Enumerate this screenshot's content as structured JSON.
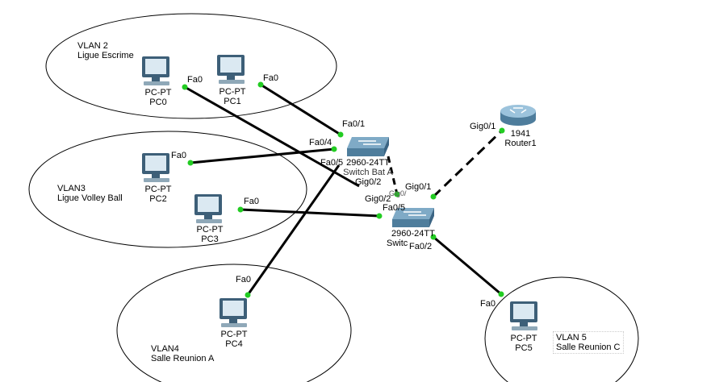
{
  "vlans": [
    {
      "id": "vlan2",
      "name": "VLAN 2",
      "desc": "Ligue Escrime"
    },
    {
      "id": "vlan3",
      "name": "VLAN3",
      "desc": "Ligue Volley Ball"
    },
    {
      "id": "vlan4",
      "name": "VLAN4",
      "desc": "Salle Reunion A"
    },
    {
      "id": "vlan5",
      "name": "VLAN 5",
      "desc": "Salle Reunion C"
    }
  ],
  "devices": {
    "pc0": {
      "type": "PC-PT",
      "name": "PC0"
    },
    "pc1": {
      "type": "PC-PT",
      "name": "PC1"
    },
    "pc2": {
      "type": "PC-PT",
      "name": "PC2"
    },
    "pc3": {
      "type": "PC-PT",
      "name": "PC3"
    },
    "pc4": {
      "type": "PC-PT",
      "name": "PC4"
    },
    "pc5": {
      "type": "PC-PT",
      "name": "PC5"
    },
    "switch_a": {
      "type": "2960-24TT",
      "name": "Switch Bat A"
    },
    "switch_b": {
      "type": "2960-24TT",
      "name": "Switc"
    },
    "router1": {
      "type": "1941",
      "name": "Router1"
    }
  },
  "ports": {
    "pc0_fa0": "Fa0",
    "pc1_fa0": "Fa0",
    "pc2_fa0": "Fa0",
    "pc3_fa0": "Fa0",
    "pc4_fa0": "Fa0",
    "pc5_fa0": "Fa0",
    "swa_fa01": "Fa0/1",
    "swa_fa04": "Fa0/4",
    "swa_fa05": "Fa0/5",
    "swa_gig02": "Gig0/2",
    "swa_gig01_partial": "Gig0/1",
    "swb_gig02": "Gig0/2",
    "swb_gig01": "Gig0/1",
    "swb_fa05": "Fa0/5",
    "swb_fa02": "Fa0/2",
    "router_gig01": "Gig0/1"
  },
  "colors": {
    "link": "#000000",
    "port_up": "#22cc22",
    "pc_body": "#3d5f78",
    "switch_body": "#5a8aa8",
    "router_body": "#6fa0bf"
  }
}
